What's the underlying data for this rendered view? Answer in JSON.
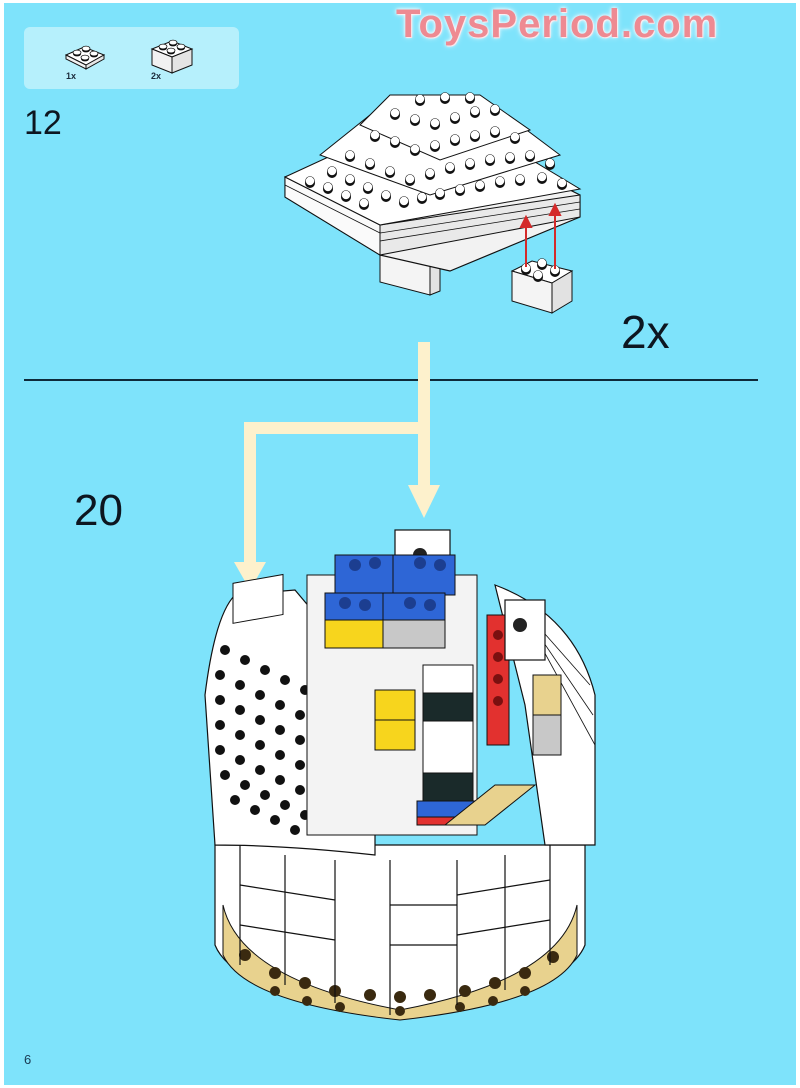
{
  "watermark": "ToysPeriod.com",
  "parts_callout": {
    "items": [
      {
        "part": "plate-2x2-white",
        "quantity_label": "1x"
      },
      {
        "part": "brick-2x2-white",
        "quantity_label": "2x"
      }
    ]
  },
  "substep": {
    "number": "12",
    "multiplier": "2x"
  },
  "main_step": {
    "number": "20"
  },
  "page": {
    "number": "6"
  },
  "colors": {
    "background": "#7ee3fb",
    "parts_box": "#b6f0fc",
    "arrow": "#fdf1cc",
    "attach_arrow": "#d42a2a",
    "brick_white": "#ffffff",
    "brick_blue": "#2e66d6",
    "brick_yellow": "#f7d51d",
    "brick_tan": "#e8d28e",
    "brick_red": "#e2312f",
    "brick_black": "#1a2a2a"
  }
}
